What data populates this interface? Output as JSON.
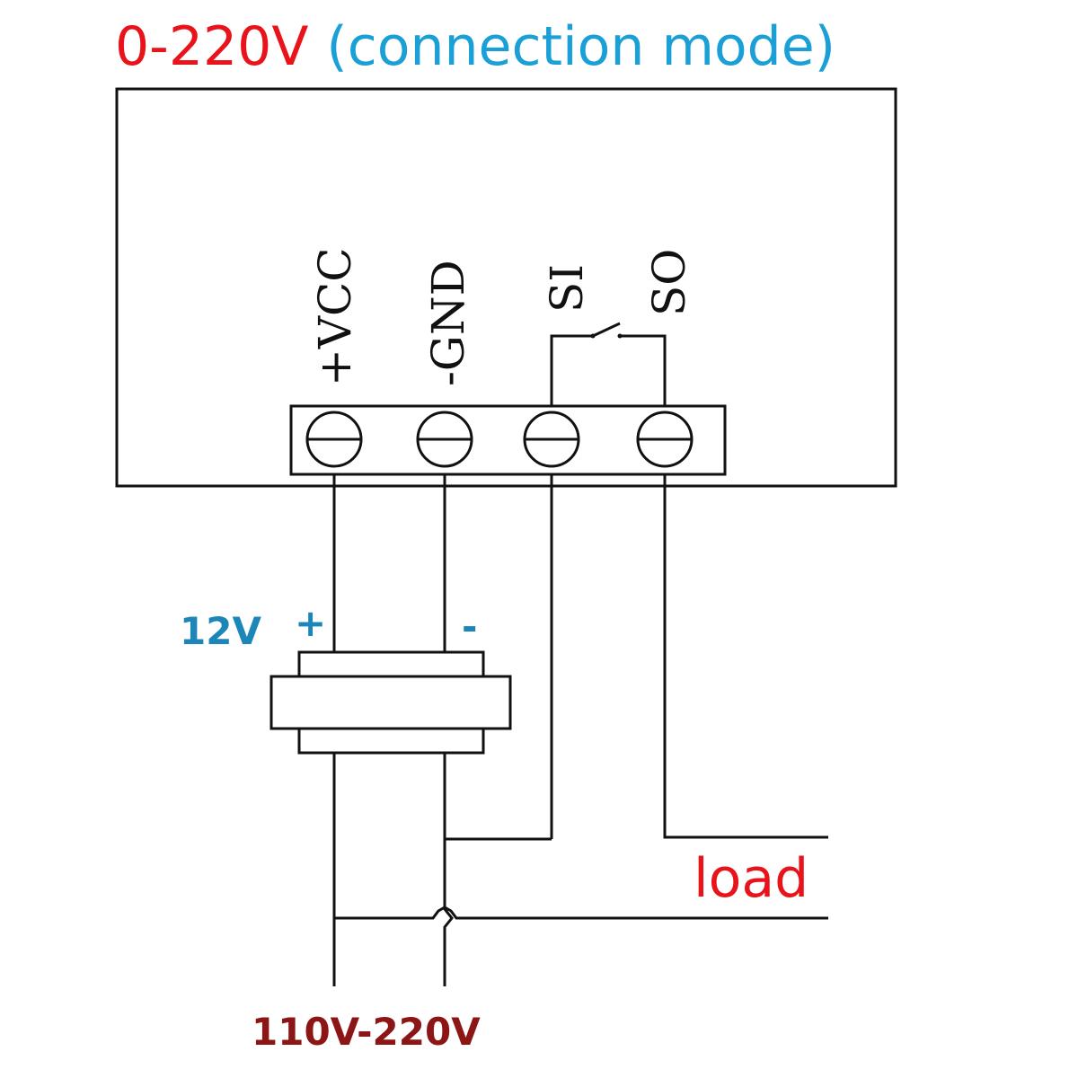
{
  "title": {
    "voltage": "0-220V",
    "mode": "(connection mode)"
  },
  "terminals": [
    {
      "id": "vcc",
      "label": "+VCC"
    },
    {
      "id": "gnd",
      "label": "-GND"
    },
    {
      "id": "si",
      "label": "SI"
    },
    {
      "id": "so",
      "label": "SO"
    }
  ],
  "power_adapter": {
    "voltage": "12V",
    "plus": "+",
    "minus": "-"
  },
  "load_label": "load",
  "supply_label": "110V-220V",
  "colors": {
    "red": "#e8131b",
    "blue": "#1aa0d6",
    "dark_red": "#8c1616"
  }
}
